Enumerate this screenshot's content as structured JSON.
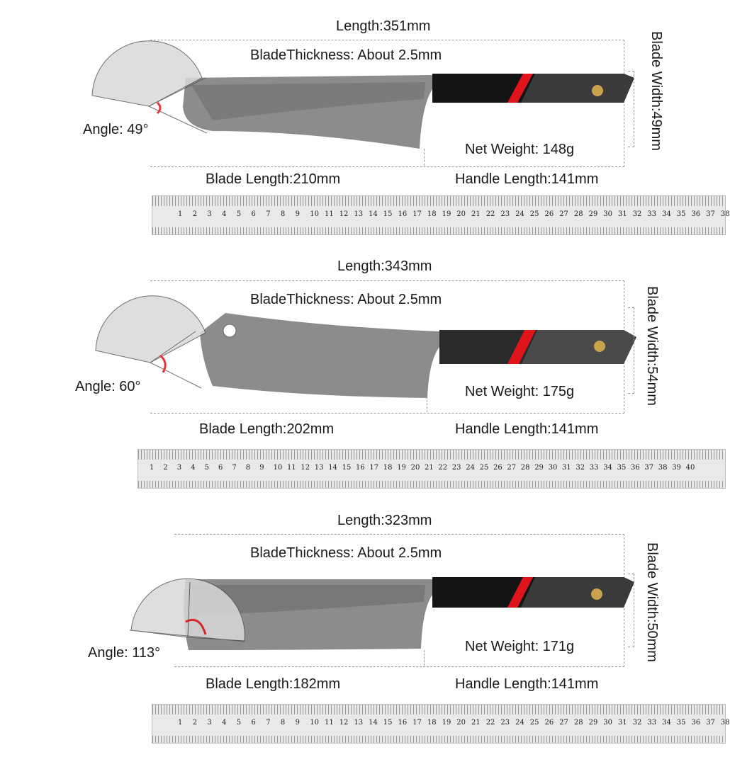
{
  "knives": [
    {
      "length": "Length:351mm",
      "thickness": "BladeThickness: About 2.5mm",
      "angle": "Angle: 49°",
      "net_weight": "Net Weight: 148g",
      "blade_length": "Blade Length:210mm",
      "handle_length": "Handle Length:141mm",
      "blade_width": "Blade Width:49mm",
      "angle_degrees": 49
    },
    {
      "length": "Length:343mm",
      "thickness": "BladeThickness: About 2.5mm",
      "angle": "Angle: 60°",
      "net_weight": "Net Weight: 175g",
      "blade_length": "Blade Length:202mm",
      "handle_length": "Handle Length:141mm",
      "blade_width": "Blade Width:54mm",
      "angle_degrees": 60
    },
    {
      "length": "Length:323mm",
      "thickness": "BladeThickness: About 2.5mm",
      "angle": "Angle: 113°",
      "net_weight": "Net Weight: 171g",
      "blade_length": "Blade Length:182mm",
      "handle_length": "Handle Length:141mm",
      "blade_width": "Blade Width:50mm",
      "angle_degrees": 113
    }
  ],
  "rulers": [
    {
      "max": 38
    },
    {
      "max": 40
    },
    {
      "max": 38
    }
  ],
  "colors": {
    "accent_red": "#e0141b",
    "handle_black": "#141414",
    "blade_grey": "#8a8a8a"
  }
}
